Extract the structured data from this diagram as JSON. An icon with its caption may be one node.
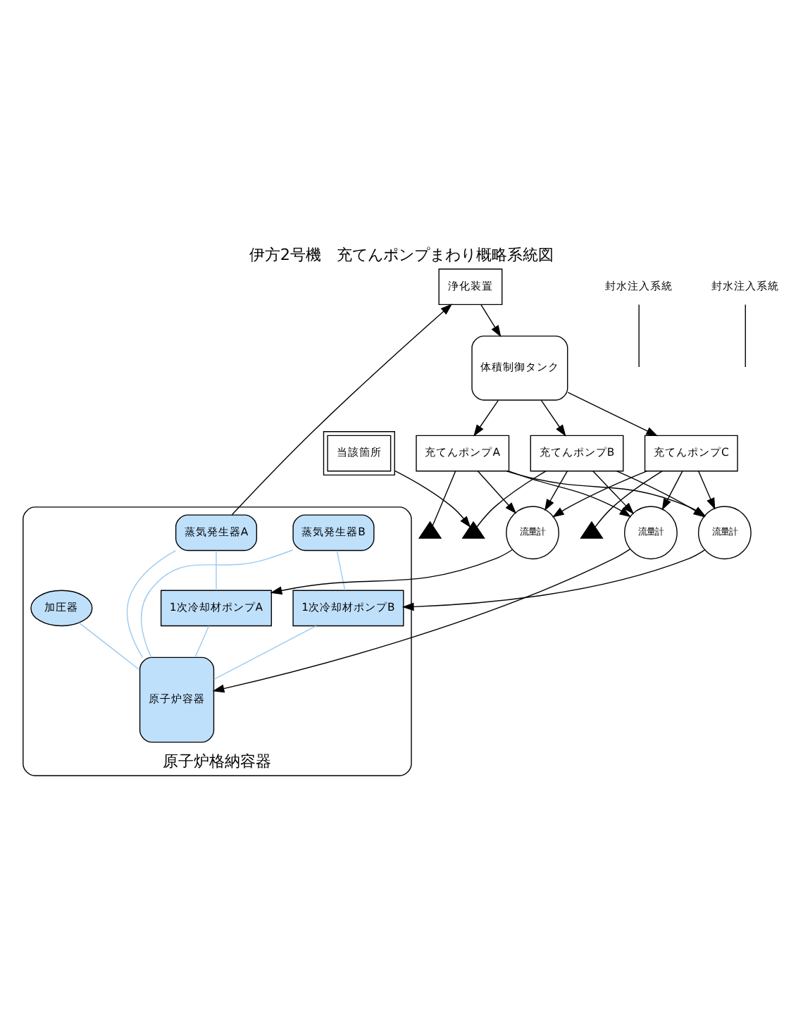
{
  "diagram": {
    "title": "伊方2号機　充てんポンプまわり概略系統図",
    "nodes": [
      {
        "text": [
          "原子炉格納容器"
        ]
      },
      {
        "text": [
          "蒸気発生器A"
        ],
        "in": 0
      },
      {
        "text": [
          "加圧器"
        ],
        "in": 0
      },
      {
        "text": [
          "蒸気発生器B"
        ],
        "in": 0
      },
      {
        "text": [
          "原子炉容器"
        ],
        "in": 0
      },
      {
        "text": [
          "1次冷却材ポンプA"
        ],
        "in": 0
      },
      {
        "text": [
          "1次冷却材ポンプB"
        ],
        "in": 0
      },
      {
        "text": [
          "浄化装置"
        ]
      },
      {
        "text": [
          "体積制御タンク"
        ]
      },
      {
        "text": [
          "充てんポンプA"
        ]
      },
      {
        "text": [
          "充てんポンプB"
        ]
      },
      {
        "text": [
          "充てんポンプC"
        ]
      },
      {
        "text": [
          "流量計"
        ]
      },
      {
        "text": [
          "流量計"
        ]
      },
      {
        "text": [
          "流量計"
        ]
      },
      {
        "text": [
          "当該箇所"
        ]
      },
      {
        "text": [],
        "shape": "valve"
      },
      {
        "text": [],
        "shape": "valve"
      },
      {
        "text": [],
        "shape": "valve"
      },
      {
        "text": [
          "封水注入系統"
        ]
      },
      {
        "text": [
          "封水注入系統"
        ]
      }
    ],
    "edges": [
      {
        "from": 1,
        "to": 4,
        "arrow": "none",
        "color": "#9ccaf0"
      },
      {
        "from": 2,
        "to": 4,
        "arrow": "none",
        "color": "#9ccaf0"
      },
      {
        "from": 3,
        "to": 4,
        "arrow": "none",
        "color": "#9ccaf0"
      },
      {
        "from": 1,
        "to": 5,
        "arrow": "none",
        "color": "#9ccaf0"
      },
      {
        "from": 5,
        "to": 4,
        "arrow": "none",
        "color": "#9ccaf0"
      },
      {
        "from": 3,
        "to": 6,
        "arrow": "none",
        "color": "#9ccaf0"
      },
      {
        "from": 6,
        "to": 4,
        "arrow": "none",
        "color": "#9ccaf0"
      },
      {
        "from": 1,
        "to": 7,
        "arrow": "to"
      },
      {
        "from": 7,
        "to": 8,
        "arrow": "to"
      },
      {
        "from": 8,
        "to": 9,
        "arrow": "to"
      },
      {
        "from": 8,
        "to": 10,
        "arrow": "to"
      },
      {
        "from": 8,
        "to": 11,
        "arrow": "to"
      },
      {
        "from": 9,
        "to": 16,
        "arrow": "none"
      },
      {
        "from": 10,
        "to": 17,
        "arrow": "none"
      },
      {
        "from": 11,
        "to": 18,
        "arrow": "none"
      },
      {
        "from": 9,
        "to": 12,
        "arrow": "to"
      },
      {
        "from": 9,
        "to": 13,
        "arrow": "to"
      },
      {
        "from": 9,
        "to": 14,
        "arrow": "to"
      },
      {
        "from": 10,
        "to": 12,
        "arrow": "to"
      },
      {
        "from": 10,
        "to": 13,
        "arrow": "to"
      },
      {
        "from": 10,
        "to": 14,
        "arrow": "to"
      },
      {
        "from": 11,
        "to": 12,
        "arrow": "to"
      },
      {
        "from": 11,
        "to": 13,
        "arrow": "to"
      },
      {
        "from": 11,
        "to": 14,
        "arrow": "to"
      },
      {
        "from": 12,
        "to": 5,
        "arrow": "to"
      },
      {
        "from": 13,
        "to": 4,
        "arrow": "to"
      },
      {
        "from": 14,
        "to": 6,
        "arrow": "to"
      },
      {
        "from": 15,
        "to": 17,
        "arrow": "to"
      },
      {
        "from": 19,
        "to": null,
        "arrow": "none"
      },
      {
        "from": 20,
        "to": null,
        "arrow": "none"
      }
    ]
  }
}
